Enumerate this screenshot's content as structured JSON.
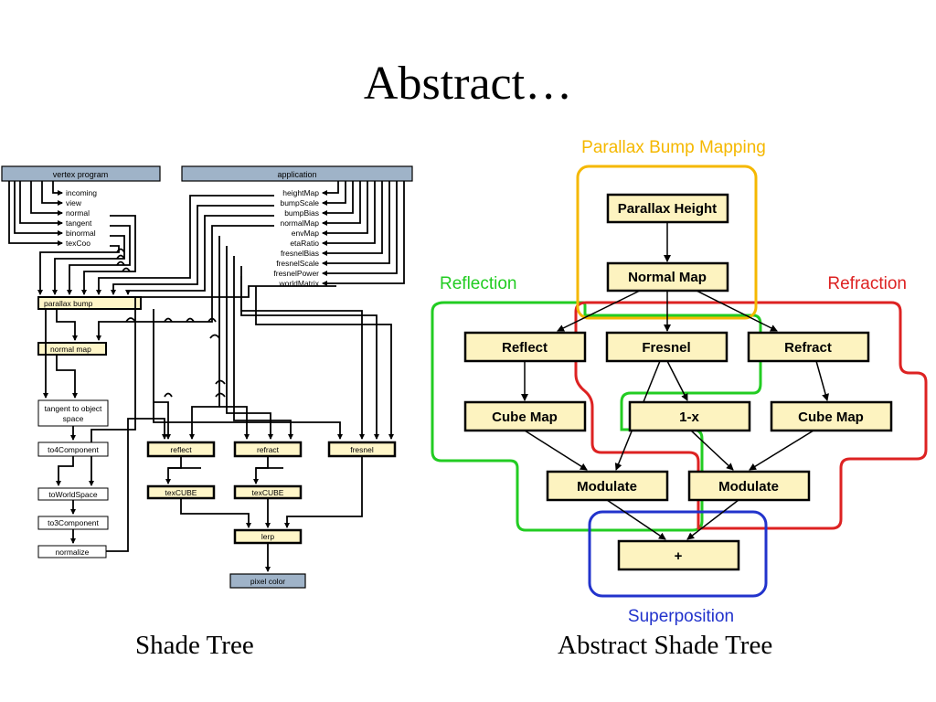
{
  "slide": {
    "title": "Abstract…"
  },
  "captions": {
    "left": "Shade Tree",
    "right": "Abstract Shade Tree"
  },
  "shade_tree": {
    "vertex_program": {
      "title": "vertex program",
      "inputs": [
        "incoming",
        "view",
        "normal",
        "tangent",
        "binormal",
        "texCoo"
      ]
    },
    "application": {
      "title": "application",
      "inputs": [
        "heightMap",
        "bumpScale",
        "bumpBias",
        "normalMap",
        "envMap",
        "etaRatio",
        "fresnelBias",
        "fresnelScale",
        "fresnelPower",
        "worldMatrix"
      ]
    },
    "nodes": {
      "parallax_bump": "parallax bump",
      "normal_map": "normal map",
      "tangent_to_object_1": "tangent to object",
      "tangent_to_object_2": "space",
      "to4component": "to4Component",
      "to_world_space": "toWorldSpace",
      "to3component": "to3Component",
      "normalize": "normalize",
      "reflect": "reflect",
      "refract": "refract",
      "fresnel": "fresnel",
      "texcube_1": "texCUBE",
      "texcube_2": "texCUBE",
      "lerp": "lerp",
      "pixel_color": "pixel color"
    }
  },
  "abstract_tree": {
    "groups": {
      "parallax": "Parallax Bump Mapping",
      "reflection": "Reflection",
      "refraction": "Refraction",
      "superposition": "Superposition"
    },
    "group_colors": {
      "parallax": "#f5b800",
      "reflection": "#22cc22",
      "refraction": "#dd2222",
      "superposition": "#2233cc"
    },
    "nodes": {
      "parallax_height": "Parallax Height",
      "normal_map": "Normal Map",
      "reflect": "Reflect",
      "fresnel": "Fresnel",
      "refract": "Refract",
      "cube_map_left": "Cube Map",
      "one_minus_x": "1-x",
      "cube_map_right": "Cube Map",
      "modulate_left": "Modulate",
      "modulate_right": "Modulate",
      "plus": "+"
    }
  }
}
